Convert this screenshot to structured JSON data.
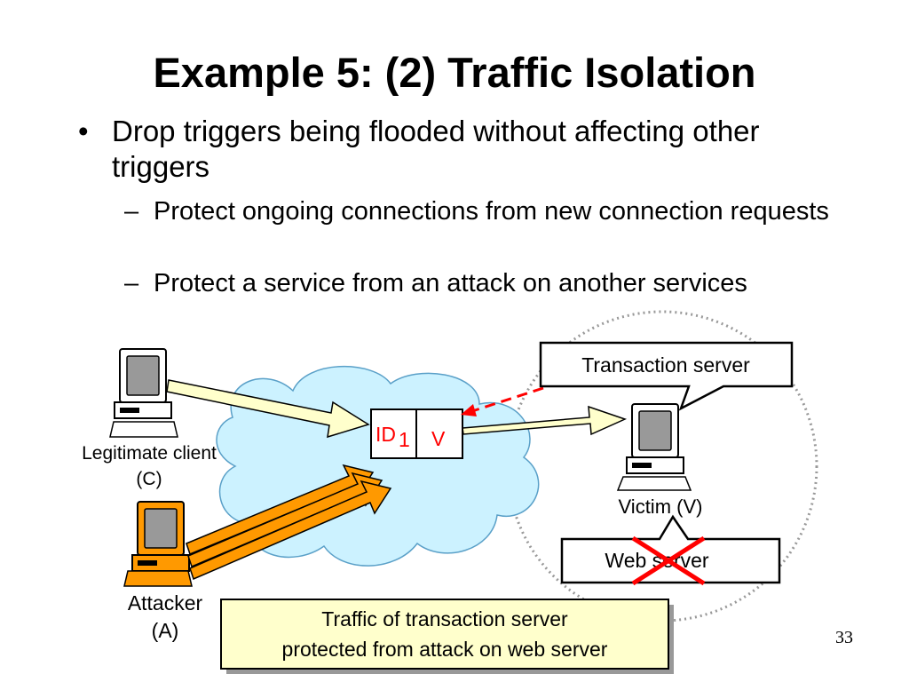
{
  "slide": {
    "title": "Example 5: (2) Traffic Isolation",
    "bullets": [
      {
        "marker": "•",
        "text": "Drop triggers being flooded without affecting other triggers"
      },
      {
        "marker": "–",
        "text": "Protect ongoing connections from new connection requests"
      },
      {
        "marker": "–",
        "text": "Protect a service from an attack on another services"
      }
    ],
    "page_number": "33"
  },
  "diagram": {
    "trigger": {
      "id_label": "ID",
      "id_subscript": "1",
      "dest_label": "V"
    },
    "legit_client": {
      "line1": "Legitimate client",
      "line2": "(C)"
    },
    "attacker": {
      "line1": "Attacker",
      "line2": "(A)"
    },
    "victim": {
      "label": "Victim (V)"
    },
    "transaction_server": {
      "label": "Transaction server"
    },
    "web_server": {
      "label": "Web server"
    },
    "note": {
      "line1": "Traffic of transaction server",
      "line2": "protected from attack on web server"
    },
    "colors": {
      "cloud_fill": "#ccf2ff",
      "arrow_legit": "#ffffcc",
      "arrow_attack": "#ff9900",
      "attacker_computer": "#ff9900",
      "red_marks": "#ff0000",
      "note_fill": "#ffffcc",
      "note_shadow": "#999999"
    }
  }
}
